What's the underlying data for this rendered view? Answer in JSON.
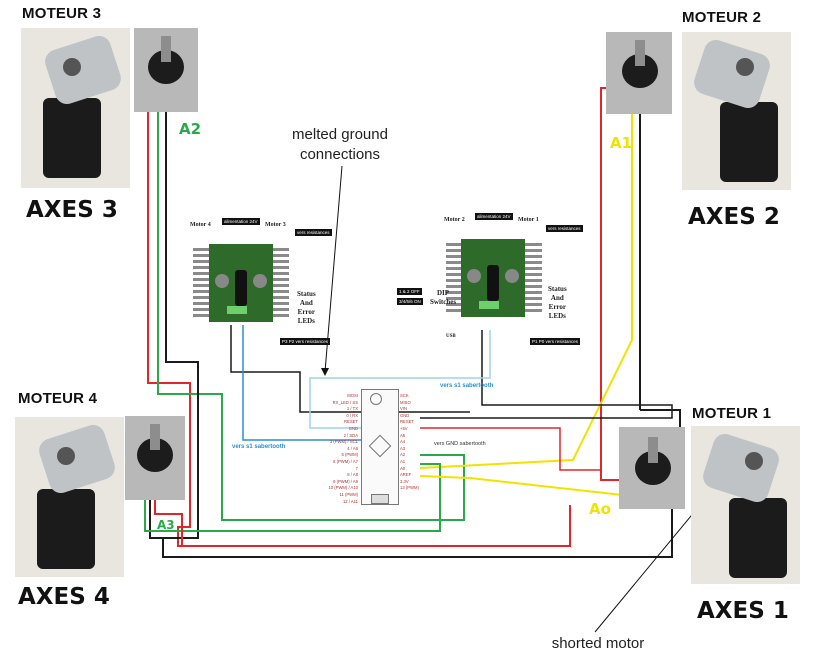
{
  "motors": [
    {
      "id": "m3",
      "title": "MOTEUR 3",
      "axis": "AXES 3",
      "analog": "A2",
      "analog_color": "#2aa84a"
    },
    {
      "id": "m2",
      "title": "MOTEUR 2",
      "axis": "AXES 2",
      "analog": "A1",
      "analog_color": "#f2e200"
    },
    {
      "id": "m4",
      "title": "MOTEUR 4",
      "axis": "AXES 4",
      "analog": "A3",
      "analog_color": "#2aa84a"
    },
    {
      "id": "m1",
      "title": "MOTEUR 1",
      "axis": "AXES 1",
      "analog": "Ao",
      "analog_color": "#f2e200"
    }
  ],
  "annotations": {
    "melted": "melted ground connections",
    "shorted": "shorted motor"
  },
  "driver_left": {
    "motor_a": "Motor 4",
    "motor_b": "Motor 3",
    "power_tag": "alimentation 24V",
    "resist_tag": "vers resistances",
    "p_tag": "P3 P2 vers resistances",
    "status": [
      "Status",
      "And",
      "Error",
      "LEDs"
    ]
  },
  "driver_right": {
    "motor_a": "Motor 2",
    "motor_b": "Motor 1",
    "power_tag": "alimentation 24V",
    "resist_tag": "vers resistances",
    "p_tag": "P1 P0 vers resistances",
    "status": [
      "Status",
      "And",
      "Error",
      "LEDs"
    ],
    "dip_label": [
      "DIP",
      "Switches"
    ],
    "dip_off": "1 & 2 OFF",
    "dip_on": "3/4/5/6 ON",
    "usb": "USB"
  },
  "arduino": {
    "left_pins": [
      "MOSI",
      "RX_LED / SS",
      "1 / TX",
      "0 / RX",
      "RESET",
      "GND",
      "2 / SDA",
      "3 (PWM) / SCL",
      "4 / A6",
      "5 (PWM)",
      "6 (PWM) / A7",
      "7",
      "8 / A8",
      "9 (PWM) / A9",
      "10 (PWM) / A10",
      "11 (PWM)",
      "12 / A11"
    ],
    "right_pins": [
      "SCK",
      "MISO",
      "VIN",
      "GND",
      "RESET",
      "+5V",
      "",
      "A5",
      "A4",
      "A3",
      "A2",
      "A1",
      "A0",
      "AREF",
      "3.3V",
      "13 (PWM)"
    ]
  },
  "wire_labels": {
    "s1_left": "vers s1 sabertooth",
    "s1_right": "vers s1 sabertooth",
    "gnd": "vers GND sabertooth"
  },
  "colors": {
    "red": "#e0262b",
    "black": "#1a1a1a",
    "green": "#2aa84a",
    "yellow": "#f2e200",
    "blue": "#2a8fd0",
    "lightblue": "#9fd4ec"
  }
}
